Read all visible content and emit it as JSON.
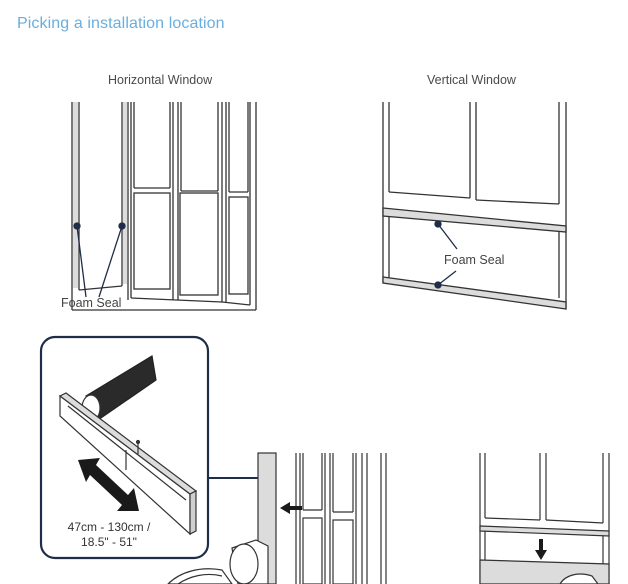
{
  "page": {
    "title": "Picking a installation location"
  },
  "horizontal_window": {
    "caption": "Horizontal Window",
    "seal_label": "Foam Seal"
  },
  "vertical_window": {
    "caption": "Vertical Window",
    "seal_label": "Foam Seal"
  },
  "slider_kit": {
    "range_metric": "47cm - 130cm /",
    "range_imperial": "18.5\" - 51\""
  },
  "colors": {
    "title": "#6aaede",
    "line": "#333333",
    "callout_border": "#1f2d4a",
    "pointer_dot": "#1f2d4a",
    "panel_fill": "#dcdcdc"
  },
  "icons": [
    "arrow-left-icon",
    "arrow-down-icon",
    "double-arrow-icon"
  ]
}
